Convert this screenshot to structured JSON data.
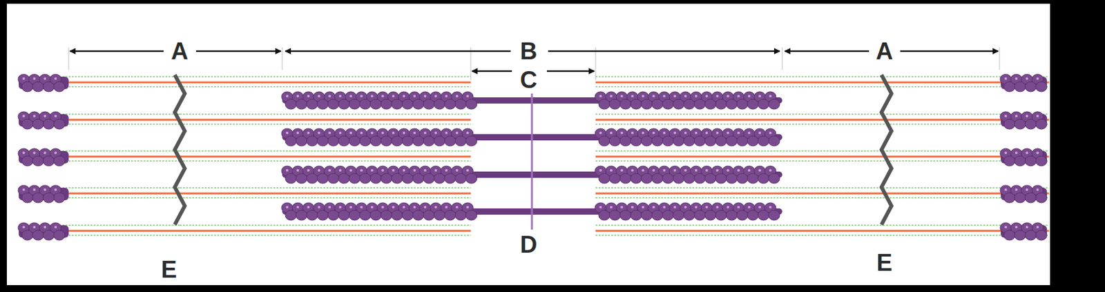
{
  "diagram": {
    "labels": [
      "A",
      "B",
      "A",
      "C",
      "D",
      "E",
      "E"
    ]
  }
}
